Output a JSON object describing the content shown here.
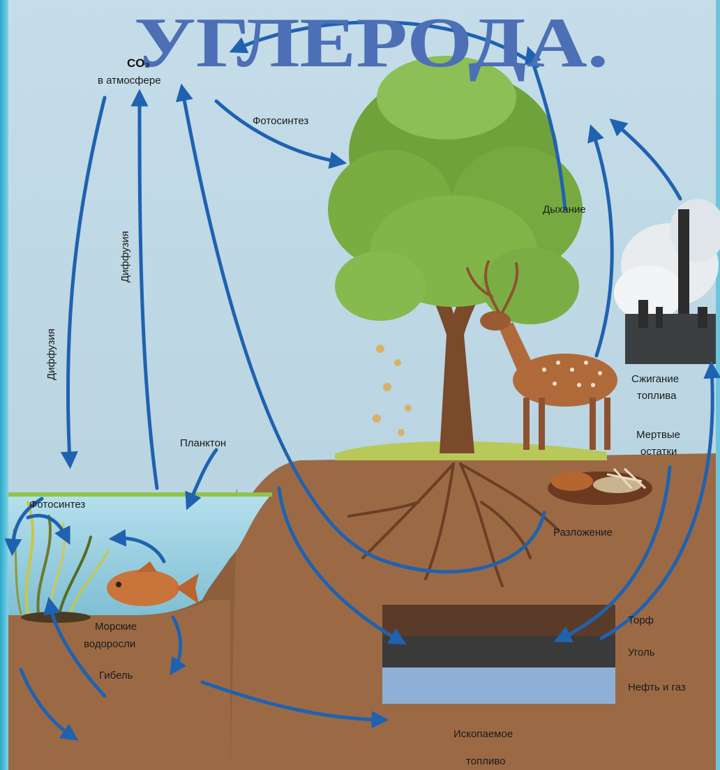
{
  "title": "УГЛЕРОДА.",
  "atmosphere": {
    "formula": "CO₂",
    "caption": "в атмосфере"
  },
  "labels": {
    "photosynthesis_land": "Фотосинтез",
    "respiration": "Дыхание",
    "diffusion_down": "Диффузия",
    "diffusion_up": "Диффузия",
    "plankton": "Планктон",
    "photosynthesis_sea": "Фотосинтез",
    "seaweed_line1": "Морские",
    "seaweed_line2": "водоросли",
    "death": "Гибель",
    "burning_line1": "Сжигание",
    "burning_line2": "топлива",
    "dead_line1": "Мертвые",
    "dead_line2": "остатки",
    "decomposition": "Разложение",
    "peat": "Торф",
    "coal": "Уголь",
    "oil_gas": "Нефть и газ",
    "fossil_line1": "Ископаемое",
    "fossil_line2": "топливо"
  },
  "colors": {
    "arrow": "#1f62b0",
    "title": "#4c6fb5",
    "sky": "#bcd7e6",
    "soil": "#9b6a45",
    "water": "#9fd0e0",
    "peat": "#5a3b2a",
    "coal": "#3a3a3a",
    "oil": "#8fb0d6"
  },
  "icons": [
    "tree-icon",
    "deer-icon",
    "factory-icon",
    "fish-icon",
    "seaweed-icon",
    "decaying-remains-icon"
  ]
}
